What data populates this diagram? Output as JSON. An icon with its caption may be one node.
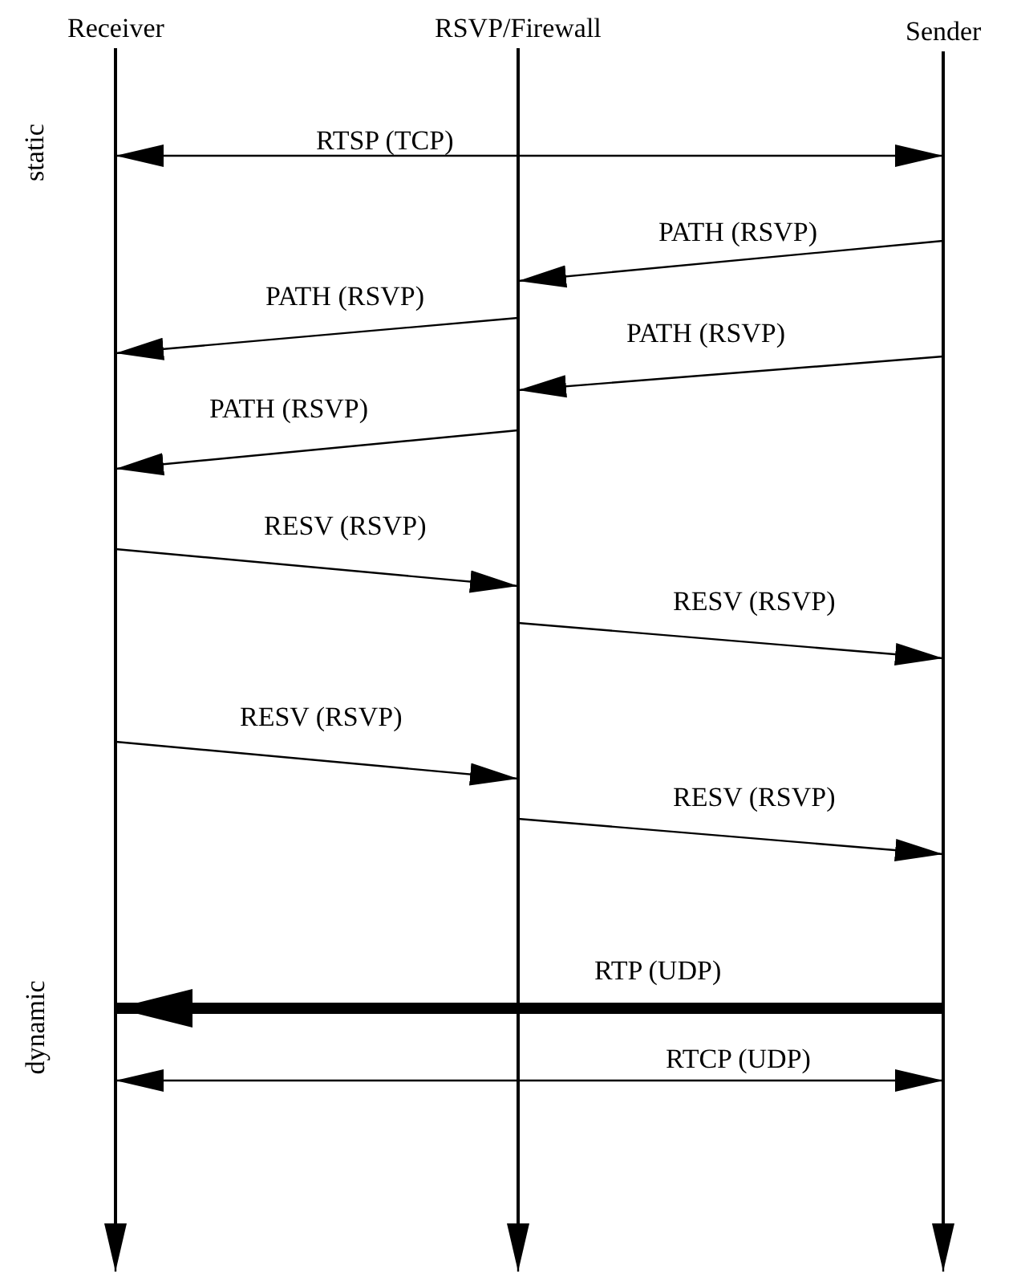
{
  "diagram": {
    "nodes": [
      {
        "text": [
          "Receiver"
        ]
      },
      {
        "text": [
          "RSVP/Firewall"
        ]
      },
      {
        "text": [
          "Sender"
        ]
      }
    ],
    "edges": [
      {
        "from": 0,
        "to": null,
        "arrow": "to"
      },
      {
        "from": 1,
        "to": null,
        "arrow": "to"
      },
      {
        "from": 2,
        "to": null,
        "arrow": "to"
      },
      {
        "from": 0,
        "to": 2,
        "arrow": "both",
        "label": "RTSP (TCP)"
      },
      {
        "from": 2,
        "to": 1,
        "arrow": "to",
        "label": "PATH (RSVP)"
      },
      {
        "from": 1,
        "to": 0,
        "arrow": "to",
        "label": "PATH (RSVP)"
      },
      {
        "from": 2,
        "to": 1,
        "arrow": "to",
        "label": "PATH (RSVP)"
      },
      {
        "from": 1,
        "to": 0,
        "arrow": "to",
        "label": "PATH (RSVP)"
      },
      {
        "from": 0,
        "to": 1,
        "arrow": "to",
        "label": "RESV (RSVP)"
      },
      {
        "from": 1,
        "to": 2,
        "arrow": "to",
        "label": "RESV (RSVP)"
      },
      {
        "from": 0,
        "to": 1,
        "arrow": "to",
        "label": "RESV (RSVP)"
      },
      {
        "from": 1,
        "to": 2,
        "arrow": "to",
        "label": "RESV (RSVP)"
      },
      {
        "from": 2,
        "to": 0,
        "arrow": "to",
        "label": "RTP (UDP)",
        "style": "thick"
      },
      {
        "from": 0,
        "to": 2,
        "arrow": "both",
        "label": "RTCP (UDP)"
      }
    ],
    "labels": [
      "static",
      "dynamic"
    ]
  }
}
